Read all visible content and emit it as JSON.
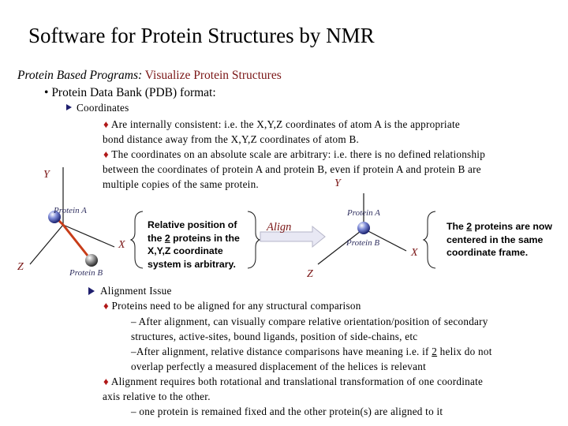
{
  "title": "Software for Protein Structures by NMR",
  "subtitle": {
    "lead": "Protein Based Programs:",
    "accent": "Visualize Protein Structures"
  },
  "bullet1": {
    "marker": "•",
    "text": "Protein Data Bank (PDB) format:"
  },
  "coordinates": {
    "heading": "Coordinates",
    "point1": {
      "marker": "♦",
      "lines": [
        "Are internally consistent:  i.e.  the X,Y,Z coordinates of atom A is the appropriate",
        "bond distance away from the X,Y,Z coordinates of atom B."
      ]
    },
    "point2": {
      "marker": "♦",
      "lines": [
        "The coordinates on an absolute scale are arbitrary:  i.e. there is no defined relationship",
        "between the coordinates of protein A and protein B, even if protein A and protein B are",
        "multiple copies of the same protein."
      ]
    }
  },
  "figure_left": {
    "y_axis": "Y",
    "x_axis": "X",
    "z_axis": "Z",
    "protein_a": "Protein A",
    "protein_b": "Protein B"
  },
  "note_left": {
    "line1": "Relative position of",
    "line2_pre": "the ",
    "line2_num": "2",
    "line2_post": " proteins in the",
    "line3": "X,Y,Z coordinate",
    "line4": "system is arbitrary."
  },
  "align_label": "Align",
  "figure_right": {
    "y_axis": "Y",
    "x_axis": "X",
    "z_axis": "Z",
    "protein_a": "Protein A",
    "protein_b": "Protein B"
  },
  "note_right": {
    "line1_pre": "The ",
    "line1_num": "2",
    "line1_post": " proteins are now",
    "line2": "centered in the same",
    "line3": "coordinate frame."
  },
  "alignment": {
    "heading": "Alignment Issue",
    "point1": {
      "marker": "♦",
      "text": "Proteins need to be aligned for any structural comparison"
    },
    "sub1": {
      "lines": [
        "– After alignment, can visually compare relative orientation/position of secondary",
        "structures, active-sites, bound ligands, position of side-chains, etc"
      ]
    },
    "sub2": {
      "line1_pre": "–After alignment, relative distance comparisons have meaning i.e. if ",
      "line1_num": "2",
      "line1_post": " helix do not",
      "line2": "overlap perfectly a measured displacement of the helices is relevant"
    },
    "point2": {
      "marker": "♦",
      "lines": [
        "Alignment requires both rotational and translational transformation of one coordinate",
        "axis relative to the other."
      ]
    },
    "sub3": "– one protein is remained fixed and the other protein(s) are aligned to it"
  },
  "colors": {
    "axis": "#1a1a1a",
    "vector": "#c83c18",
    "accent": "#7a1616",
    "bullet_red": "#b01818",
    "arrow_fill": "#e8e8f4"
  }
}
